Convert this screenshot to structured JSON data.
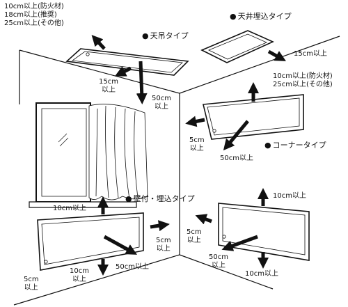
{
  "ceiling_hung": {
    "title": "天吊タイプ",
    "top_clearance": [
      "10cm以上(防火材)",
      "18cm以上(推奨)",
      "25cm以上(その他)"
    ],
    "side_clearance": [
      "15cm",
      "以上"
    ],
    "front_clearance": [
      "50cm",
      "以上"
    ]
  },
  "ceiling_recessed": {
    "title": "天井埋込タイプ",
    "side_clearance": "15cm以上"
  },
  "corner": {
    "title": "コーナータイプ",
    "top_clearance": [
      "10cm以上(防火材)",
      "25cm以上(その他)"
    ],
    "side_clearance": [
      "5cm",
      "以上"
    ],
    "front_clearance": "50cm以上"
  },
  "wall_mounted": {
    "title": "壁付・埋込タイプ",
    "top_clearance": "10cm以上",
    "right_clearance": [
      "5cm",
      "以上"
    ],
    "left_clearance": [
      "5cm",
      "以上"
    ],
    "bottom_clearance": [
      "10cm",
      "以上"
    ],
    "front_clearance": "50cm以上"
  },
  "wall_recessed_right": {
    "top_clearance": "10cm以上",
    "left_clearance": [
      "5cm",
      "以上"
    ],
    "front_clearance": [
      "50cm",
      "以上"
    ],
    "bottom_clearance": "10cm以上"
  },
  "symbols": {
    "bullet": "●"
  }
}
